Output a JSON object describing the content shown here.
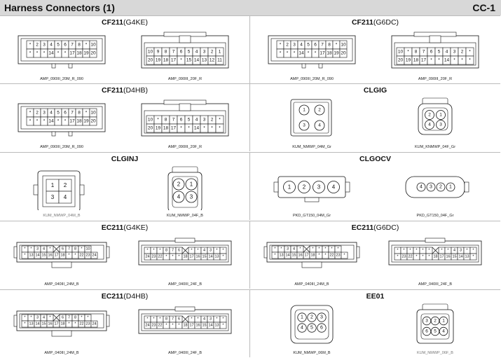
{
  "header": {
    "title": "Harness Connectors (1)",
    "page": "CC-1"
  },
  "cells": [
    {
      "title": "CF211",
      "sub": "(G4KE)",
      "connectors": [
        {
          "type": "r20m",
          "label": "AMP_090III_20M_R_090",
          "rows": [
            [
              "*",
              "2",
              "3",
              "4",
              "5",
              "6",
              "7",
              "8",
              "*",
              "10"
            ],
            [
              "*",
              "*",
              "*",
              "14",
              "*",
              "*",
              "17",
              "18",
              "19",
              "20"
            ]
          ]
        },
        {
          "type": "r20f",
          "label": "AMP_090III_20F_R",
          "rows": [
            [
              "10",
              "9",
              "8",
              "7",
              "6",
              "5",
              "4",
              "3",
              "2",
              "1"
            ],
            [
              "20",
              "19",
              "18",
              "17",
              "*",
              "15",
              "14",
              "13",
              "12",
              "11"
            ]
          ]
        }
      ]
    },
    {
      "title": "CF211",
      "sub": "(G6DC)",
      "connectors": [
        {
          "type": "r20m",
          "label": "AMP_090III_20M_R_090",
          "rows": [
            [
              "*",
              "2",
              "3",
              "4",
              "5",
              "6",
              "7",
              "8",
              "*",
              "10"
            ],
            [
              "*",
              "*",
              "*",
              "14",
              "*",
              "*",
              "17",
              "18",
              "19",
              "20"
            ]
          ]
        },
        {
          "type": "r20f",
          "label": "AMP_090III_20F_R",
          "rows": [
            [
              "10",
              "*",
              "8",
              "7",
              "6",
              "5",
              "4",
              "3",
              "2",
              "*"
            ],
            [
              "20",
              "19",
              "18",
              "17",
              "*",
              "*",
              "14",
              "*",
              "*",
              "*"
            ]
          ]
        }
      ]
    },
    {
      "title": "CF211",
      "sub": "(D4HB)",
      "connectors": [
        {
          "type": "r20m",
          "label": "AMP_090III_20M_R_090",
          "rows": [
            [
              "*",
              "2",
              "3",
              "4",
              "5",
              "6",
              "7",
              "8",
              "*",
              "10"
            ],
            [
              "*",
              "*",
              "*",
              "14",
              "*",
              "*",
              "17",
              "18",
              "19",
              "20"
            ]
          ]
        },
        {
          "type": "r20f",
          "label": "AMP_090III_20F_R",
          "rows": [
            [
              "10",
              "*",
              "8",
              "7",
              "6",
              "5",
              "4",
              "3",
              "2",
              "*"
            ],
            [
              "20",
              "19",
              "18",
              "17",
              "*",
              "*",
              "14",
              "*",
              "*",
              "*"
            ]
          ]
        }
      ]
    },
    {
      "title": "CLGIG",
      "sub": "",
      "connectors": [
        {
          "type": "m4",
          "label": "KUM_NMWP_04M_Gr",
          "rows": [
            [
              "1",
              "2"
            ],
            [
              "3",
              "4"
            ]
          ]
        },
        {
          "type": "f4",
          "label": "KUM_KNMWP_04F_Gr",
          "rows": [
            [
              "2",
              "1"
            ],
            [
              "4",
              "3"
            ]
          ]
        }
      ]
    },
    {
      "title": "CLGINJ",
      "sub": "",
      "connectors": [
        {
          "type": "m4big",
          "label": "KUM_NMWP_04M_B",
          "gray": true,
          "rows": [
            [
              "1",
              "2"
            ],
            [
              "3",
              "4"
            ]
          ]
        },
        {
          "type": "f4big",
          "label": "KUM_NMWP_04F_B",
          "rows": [
            [
              "2",
              "1"
            ],
            [
              "4",
              "3"
            ]
          ]
        }
      ]
    },
    {
      "title": "CLGOCV",
      "sub": "",
      "connectors": [
        {
          "type": "line4m",
          "label": "PKD_GT150_04M_Gr",
          "rows": [
            [
              "1",
              "2",
              "3",
              "4"
            ]
          ]
        },
        {
          "type": "line4f",
          "label": "PKD_GT150_04F_Gr",
          "rows": [
            [
              "4",
              "3",
              "2",
              "1"
            ]
          ]
        }
      ]
    },
    {
      "title": "EC211",
      "sub": "(G4KE)",
      "connectors": [
        {
          "type": "e24m",
          "label": "AMP_040III_24M_B",
          "rows": [
            [
              "*",
              "*",
              "3",
              "4",
              "*",
              "X",
              "6",
              "7",
              "8",
              "*",
              "10"
            ],
            [
              "*",
              "13",
              "14",
              "15",
              "16",
              "17",
              "18",
              "*",
              "*",
              "22",
              "23",
              "24"
            ]
          ]
        },
        {
          "type": "e24f",
          "label": "AMP_040III_24F_B",
          "rows": [
            [
              "*",
              "*",
              "*",
              "8",
              "7",
              "6",
              "X",
              "*",
              "*",
              "4",
              "3",
              "*",
              "*"
            ],
            [
              "24",
              "23",
              "22",
              "*",
              "*",
              "*",
              "18",
              "17",
              "16",
              "15",
              "14",
              "13",
              "*"
            ]
          ]
        }
      ]
    },
    {
      "title": "EC211",
      "sub": "(G6DC)",
      "connectors": [
        {
          "type": "e24m",
          "label": "AMP_040III_24M_B",
          "rows": [
            [
              "*",
              "*",
              "3",
              "4",
              "*",
              "X",
              "*",
              "*",
              "*",
              "*",
              "*"
            ],
            [
              "*",
              "13",
              "14",
              "15",
              "16",
              "17",
              "18",
              "*",
              "*",
              "22",
              "23",
              "*"
            ]
          ]
        },
        {
          "type": "e24f",
          "label": "AMP_040III_24F_B",
          "rows": [
            [
              "*",
              "*",
              "*",
              "*",
              "*",
              "*",
              "X",
              "*",
              "*",
              "4",
              "3",
              "*",
              "*"
            ],
            [
              "*",
              "23",
              "22",
              "*",
              "*",
              "*",
              "18",
              "17",
              "16",
              "15",
              "14",
              "13",
              "*"
            ]
          ]
        }
      ]
    },
    {
      "title": "EC211",
      "sub": "(D4HB)",
      "connectors": [
        {
          "type": "e24m",
          "label": "AMP_040III_24M_B",
          "rows": [
            [
              "*",
              "*",
              "3",
              "4",
              "*",
              "X",
              "6",
              "7",
              "8",
              "*",
              "*"
            ],
            [
              "*",
              "13",
              "14",
              "15",
              "16",
              "17",
              "18",
              "*",
              "*",
              "22",
              "23",
              "24"
            ]
          ]
        },
        {
          "type": "e24f",
          "label": "AMP_040III_24F_B",
          "rows": [
            [
              "*",
              "*",
              "*",
              "8",
              "7",
              "6",
              "X",
              "*",
              "*",
              "4",
              "3",
              "*",
              "*"
            ],
            [
              "24",
              "23",
              "22",
              "*",
              "*",
              "*",
              "18",
              "17",
              "16",
              "15",
              "14",
              "13",
              "*"
            ]
          ]
        }
      ]
    },
    {
      "title": "EE01",
      "sub": "",
      "connectors": [
        {
          "type": "m6",
          "label": "KUM_NMWP_06M_B",
          "rows": [
            [
              "1",
              "2",
              "3"
            ],
            [
              "4",
              "5",
              "6"
            ]
          ]
        },
        {
          "type": "f6",
          "label": "KUM_NMWP_06F_B",
          "gray": true,
          "rows": [
            [
              "3",
              "2",
              "1"
            ],
            [
              "6",
              "5",
              "4"
            ]
          ]
        }
      ]
    }
  ]
}
